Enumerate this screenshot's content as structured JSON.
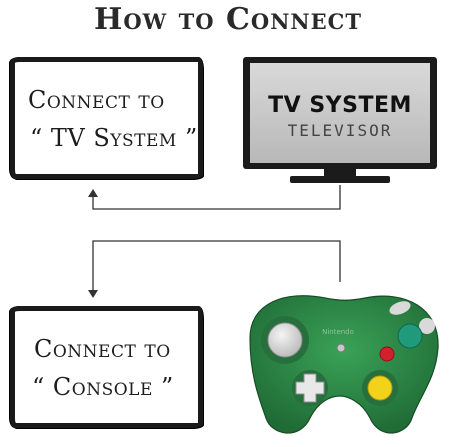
{
  "title": "How to Connect",
  "tv_box": {
    "line1": "Connect to",
    "line2": "“ TV  System ”"
  },
  "console_box": {
    "line1": "Connect to",
    "line2": "“ Console ”"
  },
  "tv": {
    "title": "TV SYSTEM",
    "subtitle": "TELEVISOR"
  },
  "controller": {
    "label": "Nintendo",
    "body_color": "#2f8a48",
    "a_button_color": "#1f9a7a",
    "b_button_color": "#d4202a",
    "c_stick_color": "#f2d21a"
  },
  "colors": {
    "line": "#333333",
    "frame": "#1a1a1a"
  }
}
